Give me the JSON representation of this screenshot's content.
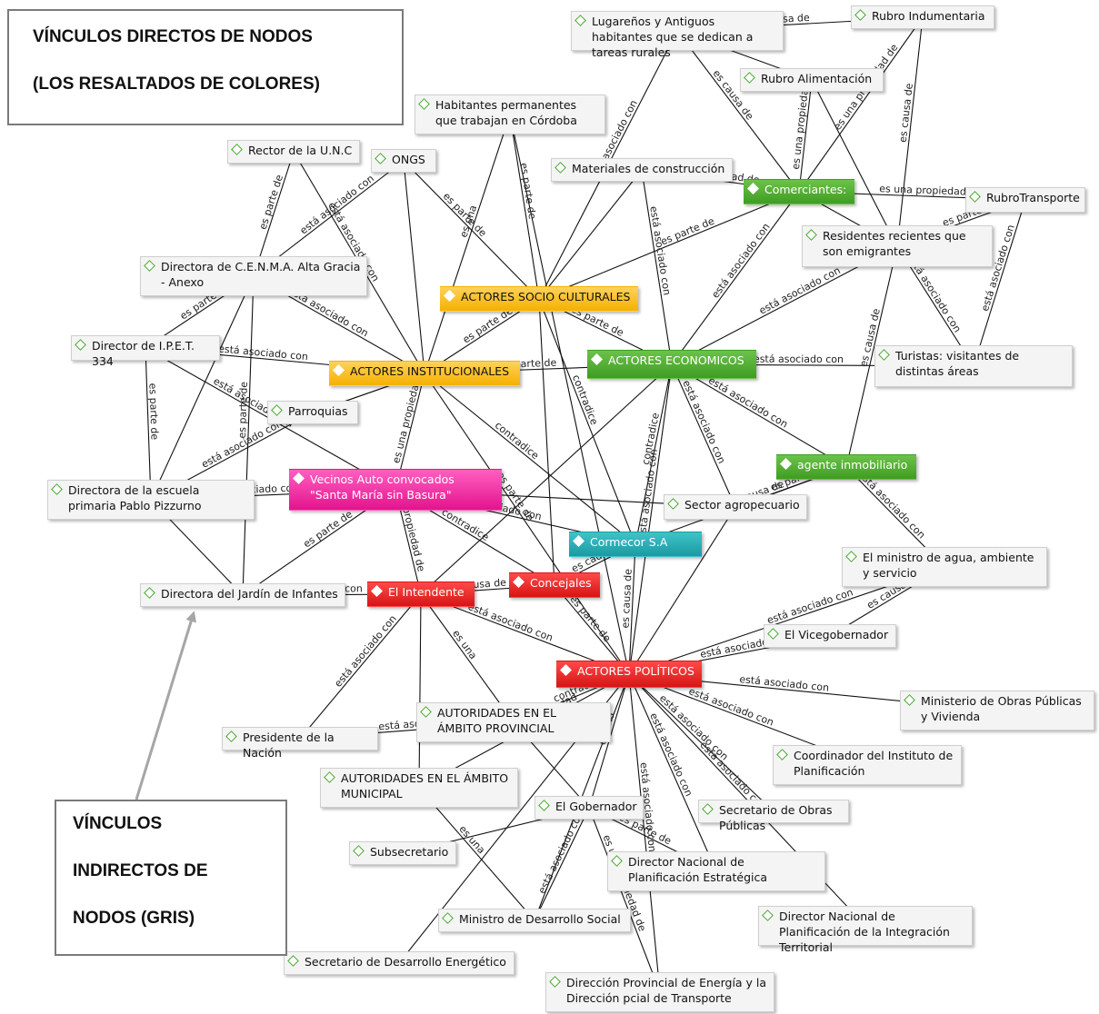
{
  "callout_direct": {
    "line1": "VÍNCULOS DIRECTOS DE NODOS",
    "line2": "(LOS RESALTADOS DE COLORES)"
  },
  "callout_indirect": {
    "line1": "VÍNCULOS",
    "line2": "INDIRECTOS DE",
    "line3": "NODOS (GRIS)"
  },
  "colors": {
    "yellow": "#f5b000",
    "green": "#3f9d22",
    "magenta": "#e3148e",
    "teal": "#1b9aa1",
    "red": "#d61515",
    "gray_arrow": "#a6a6a6"
  },
  "nodes": [
    {
      "id": "lugarenos",
      "label": "Lugareños y Antiguos habitantes que se dedican a tareas rurales"
    },
    {
      "id": "indumentaria",
      "label": "Rubro Indumentaria"
    },
    {
      "id": "alimentacion",
      "label": "Rubro Alimentación"
    },
    {
      "id": "habitantes",
      "label": "Habitantes permanentes que trabajan en Córdoba"
    },
    {
      "id": "rector",
      "label": "Rector de la U.N.C"
    },
    {
      "id": "ongs",
      "label": "ONGS"
    },
    {
      "id": "materiales",
      "label": "Materiales de construcción"
    },
    {
      "id": "comerciantes",
      "label": "Comerciantes:"
    },
    {
      "id": "transporte",
      "label": "RubroTransporte"
    },
    {
      "id": "residentes",
      "label": "Residentes recientes que son emigrantes"
    },
    {
      "id": "cenma",
      "label": "Directora de C.E.N.M.A. Alta Gracia - Anexo"
    },
    {
      "id": "socio",
      "label": "ACTORES SOCIO CULTURALES"
    },
    {
      "id": "ipet",
      "label": "Director de I.P.E.T. 334"
    },
    {
      "id": "institucionales",
      "label": "ACTORES INSTITUCIONALES"
    },
    {
      "id": "economicos",
      "label": "ACTORES ECONOMICOS"
    },
    {
      "id": "turistas",
      "label": "Turistas: visitantes de distintas áreas"
    },
    {
      "id": "parroquias",
      "label": "Parroquias"
    },
    {
      "id": "inmobiliario",
      "label": "agente inmobiliario"
    },
    {
      "id": "pizzurno",
      "label": "Directora de la escuela primaria Pablo Pizzurno"
    },
    {
      "id": "vecinos",
      "label": "Vecinos Auto convocados \"Santa María sin Basura\""
    },
    {
      "id": "agropecuario",
      "label": "Sector agropecuario"
    },
    {
      "id": "cormecor",
      "label": "Cormecor S.A"
    },
    {
      "id": "ministro_agua",
      "label": "El ministro de agua, ambiente y servicio"
    },
    {
      "id": "jardin",
      "label": "Directora del Jardín de Infantes"
    },
    {
      "id": "intendente",
      "label": "El Intendente"
    },
    {
      "id": "concejales",
      "label": "Concejales"
    },
    {
      "id": "vicegob",
      "label": "El Vicegobernador"
    },
    {
      "id": "politicos",
      "label": "ACTORES POLÍTICOS"
    },
    {
      "id": "obras_pub_min",
      "label": "Ministerio de Obras Públicas y Vivienda"
    },
    {
      "id": "aut_prov",
      "label": "AUTORIDADES EN EL ÁMBITO PROVINCIAL"
    },
    {
      "id": "presidente",
      "label": "Presidente de la Nación"
    },
    {
      "id": "coordinador",
      "label": "Coordinador del Instituto de Planificación"
    },
    {
      "id": "aut_mun",
      "label": "AUTORIDADES EN EL ÁMBITO MUNICIPAL"
    },
    {
      "id": "gobernador",
      "label": "El Gobernador"
    },
    {
      "id": "sec_obras",
      "label": "Secretario de Obras Públicas"
    },
    {
      "id": "subsecretario",
      "label": "Subsecretario"
    },
    {
      "id": "dir_planif",
      "label": "Director Nacional de Planificación Estratégica"
    },
    {
      "id": "dir_integ",
      "label": "Director Nacional de Planificación de la Integración Territorial"
    },
    {
      "id": "ministro_social",
      "label": "Ministro de Desarrollo Social"
    },
    {
      "id": "sec_energ",
      "label": "Secretario de Desarrollo Energético"
    },
    {
      "id": "dir_energia",
      "label": "Dirección Provincial de Energía y la Dirección pcial de Transporte"
    }
  ],
  "edge_labels": [
    "es causa de",
    "está asociado con",
    "es una propiedad de",
    "es parte de",
    "contradice",
    "es una",
    "es propiedad de"
  ]
}
